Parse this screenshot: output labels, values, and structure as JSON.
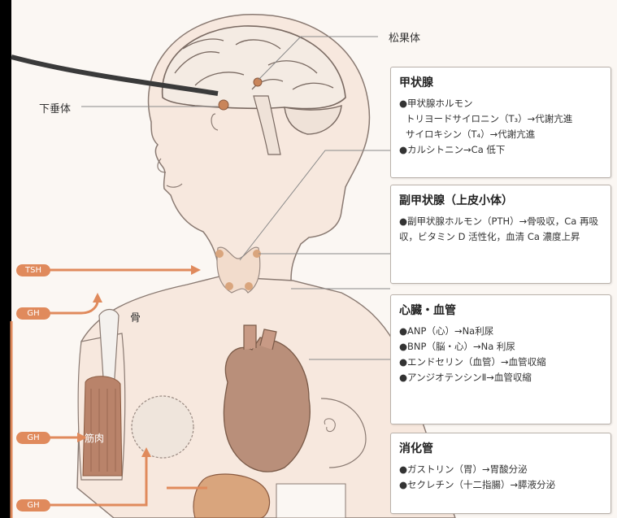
{
  "labels": {
    "pineal": "松果体",
    "pituitary": "下垂体",
    "bone": "骨",
    "muscle": "筋肉"
  },
  "tags": {
    "tsh": "TSH",
    "gh_1": "GH",
    "gh_2": "GH",
    "gh_3": "GH"
  },
  "boxes": {
    "thyroid": {
      "title": "甲状腺",
      "items": [
        "●甲状腺ホルモン",
        "トリヨードサイロニン（T₃）→代謝亢進",
        "サイロキシン（T₄）→代謝亢進",
        "●カルシトニン→Ca 低下"
      ]
    },
    "parathyroid": {
      "title": "副甲状腺（上皮小体）",
      "text": "●副甲状腺ホルモン（PTH）→骨吸収，Ca 再吸収，ビタミン D 活性化，血清 Ca 濃度上昇"
    },
    "heart": {
      "title": "心臓・血管",
      "items": [
        "●ANP（心）→Na利尿",
        "●BNP（脳・心）→Na 利尿",
        "●エンドセリン（血管）→血管収縮",
        "●アンジオテンシンⅡ→血管収縮"
      ]
    },
    "digestive": {
      "title": "消化管",
      "items": [
        "●ガストリン（胃）→胃酸分泌",
        "●セクレチン（十二指腸）→膵液分泌"
      ]
    }
  },
  "colors": {
    "skin": "#f7e8de",
    "outline": "#8a7a72",
    "gland": "#d9a57d",
    "heart": "#b98f7a",
    "arrow": "#e08a5c",
    "box_border": "#b9b1aa"
  }
}
